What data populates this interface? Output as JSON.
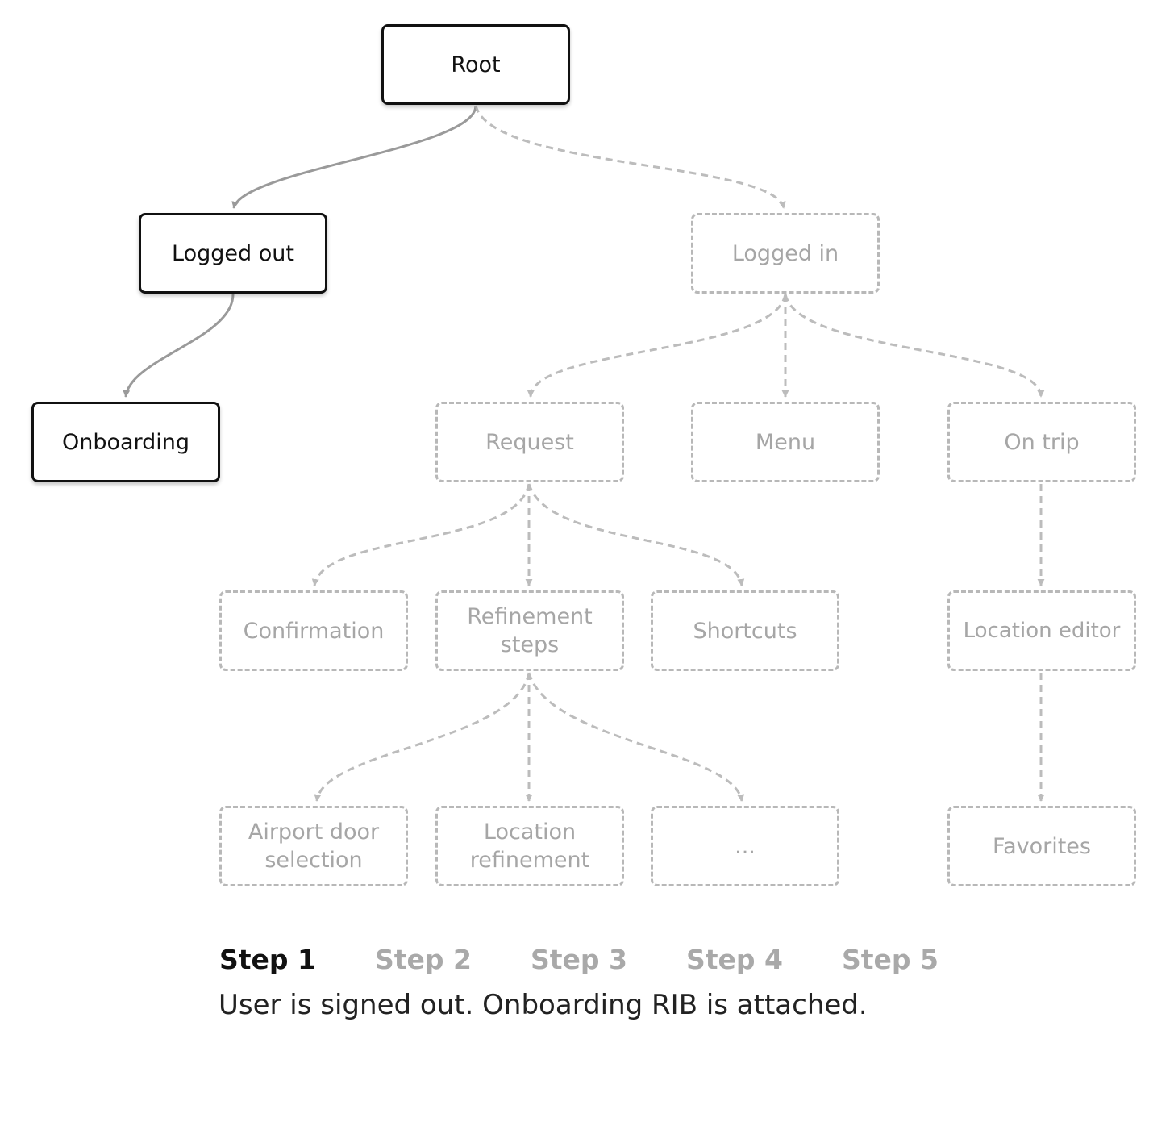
{
  "nodes": {
    "root": "Root",
    "logged_out": "Logged out",
    "onboarding": "Onboarding",
    "logged_in": "Logged in",
    "request": "Request",
    "menu": "Menu",
    "on_trip": "On trip",
    "confirmation": "Confirmation",
    "refinement_steps": "Refinement steps",
    "shortcuts": "Shortcuts",
    "location_editor": "Location editor",
    "airport_door_selection": "Airport door selection",
    "location_refinement": "Location refinement",
    "ellipsis": "...",
    "favorites": "Favorites"
  },
  "steps": [
    "Step 1",
    "Step 2",
    "Step 3",
    "Step 4",
    "Step 5"
  ],
  "current_step": 1,
  "caption": "User is signed out. Onboarding RIB is attached.",
  "colors": {
    "active": "#111111",
    "active_edge": "#9a9a9a",
    "inactive": "#b8b8b8",
    "inactive_text": "#a6a6a6"
  }
}
